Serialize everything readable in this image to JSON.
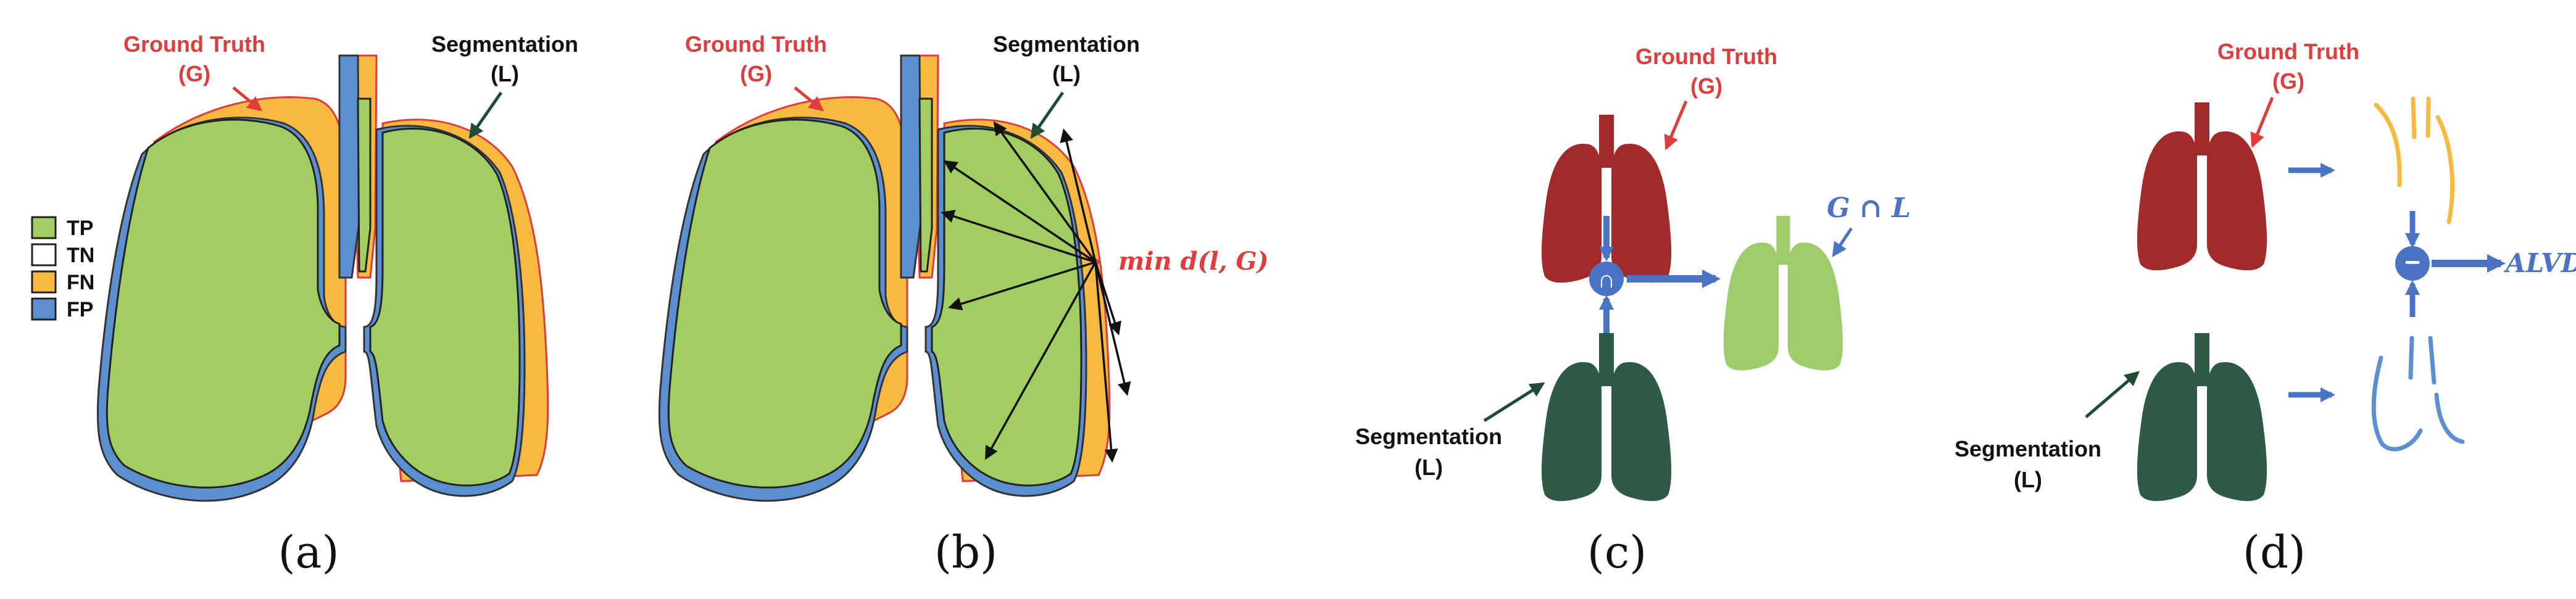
{
  "labels": {
    "ground_truth": "Ground Truth",
    "ground_truth_sym": "(G)",
    "segmentation": "Segmentation",
    "segmentation_sym": "(L)"
  },
  "legend": [
    {
      "label": "TP",
      "color": "#a1cd62"
    },
    {
      "label": "TN",
      "color": "#ffffff"
    },
    {
      "label": "FN",
      "color": "#f7b940"
    },
    {
      "label": "FP",
      "color": "#5b8fd0"
    }
  ],
  "panel_b": {
    "distance_label": "min d(l, G)"
  },
  "panel_c": {
    "intersection_label": "G ∩ L",
    "operator": "∩"
  },
  "panel_d": {
    "result_label": "ALVD",
    "operator": "−"
  },
  "captions": [
    "(a)",
    "(b)",
    "(c)",
    "(d)"
  ],
  "colors": {
    "tp": "#a1cd62",
    "fn": "#f7b940",
    "fp": "#5b8fd0",
    "gt_lung": "#a32a2a",
    "seg_lung": "#2e5a45",
    "intersection_lung": "#9fcc6a",
    "arrow_blue": "#4a73c4",
    "label_red": "#e03c3c"
  }
}
